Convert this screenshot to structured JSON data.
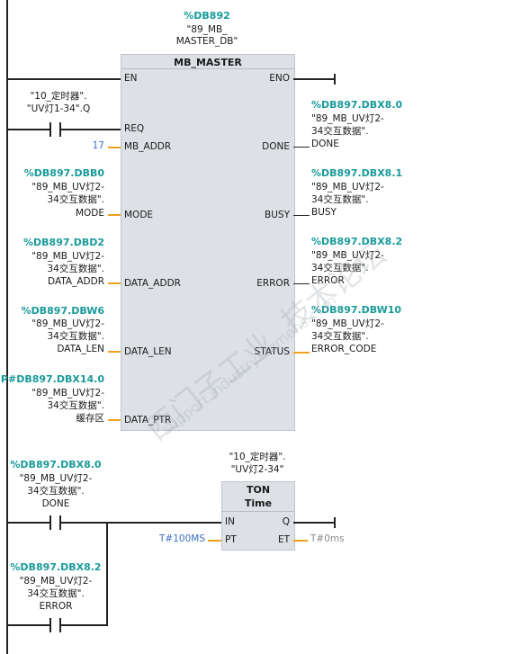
{
  "mb_master": {
    "instance_db": "%DB892",
    "instance_name_1": "\"89_MB_",
    "instance_name_2": "MASTER_DB\"",
    "block_title": "MB_MASTER",
    "pins_in": {
      "en": "EN",
      "req": "REQ",
      "mb_addr": "MB_ADDR",
      "mode": "MODE",
      "data_addr": "DATA_ADDR",
      "data_len": "DATA_LEN",
      "data_ptr": "DATA_PTR"
    },
    "pins_out": {
      "eno": "ENO",
      "done": "DONE",
      "busy": "BUSY",
      "error": "ERROR",
      "status": "STATUS"
    },
    "req_operand": {
      "l1": "\"10_定时器\".",
      "l2": "\"UV灯1-34\".Q"
    },
    "mb_addr_value": "17",
    "mode_operand": {
      "addr": "%DB897.DBB0",
      "l1": "\"89_MB_UV灯2-",
      "l2": "34交互数据\".",
      "l3": "MODE"
    },
    "data_addr_operand": {
      "addr": "%DB897.DBD2",
      "l1": "\"89_MB_UV灯2-",
      "l2": "34交互数据\".",
      "l3": "DATA_ADDR"
    },
    "data_len_operand": {
      "addr": "%DB897.DBW6",
      "l1": "\"89_MB_UV灯2-",
      "l2": "34交互数据\".",
      "l3": "DATA_LEN"
    },
    "data_ptr_operand": {
      "addr": "P#DB897.DBX14.0",
      "l1": "\"89_MB_UV灯2-",
      "l2": "34交互数据\".",
      "l3": "缓存区"
    },
    "done_operand": {
      "addr": "%DB897.DBX8.0",
      "l1": "\"89_MB_UV灯2-",
      "l2": "34交互数据\".",
      "l3": "DONE"
    },
    "busy_operand": {
      "addr": "%DB897.DBX8.1",
      "l1": "\"89_MB_UV灯2-",
      "l2": "34交互数据\".",
      "l3": "BUSY"
    },
    "error_operand": {
      "addr": "%DB897.DBX8.2",
      "l1": "\"89_MB_UV灯2-",
      "l2": "34交互数据\".",
      "l3": "ERROR"
    },
    "status_operand": {
      "addr": "%DB897.DBW10",
      "l1": "\"89_MB_UV灯2-",
      "l2": "34交互数据\".",
      "l3": "ERROR_CODE"
    }
  },
  "ton": {
    "instance_1": "\"10_定时器\".",
    "instance_2": "\"UV灯2-34\"",
    "block_title": "TON",
    "block_subtitle": "Time",
    "pin_in": "IN",
    "pin_pt": "PT",
    "pin_q": "Q",
    "pin_et": "ET",
    "pt_value": "T#100MS",
    "et_value": "T#0ms"
  },
  "contact_done": {
    "addr": "%DB897.DBX8.0",
    "l1": "\"89_MB_UV灯2-",
    "l2": "34交互数据\".",
    "l3": "DONE"
  },
  "contact_error": {
    "addr": "%DB897.DBX8.2",
    "l1": "\"89_MB_UV灯2-",
    "l2": "34交互数据\".",
    "l3": "ERROR"
  },
  "watermark": {
    "line1": "西门子工业",
    "line2": "support.industry.siemens.com",
    "line3": "技术论坛"
  },
  "colors": {
    "address": "#1a9a9a",
    "constant": "#3b6fc4",
    "box": "#dde1e6",
    "wire": "#222222",
    "pin_stub": "#f0a020"
  }
}
